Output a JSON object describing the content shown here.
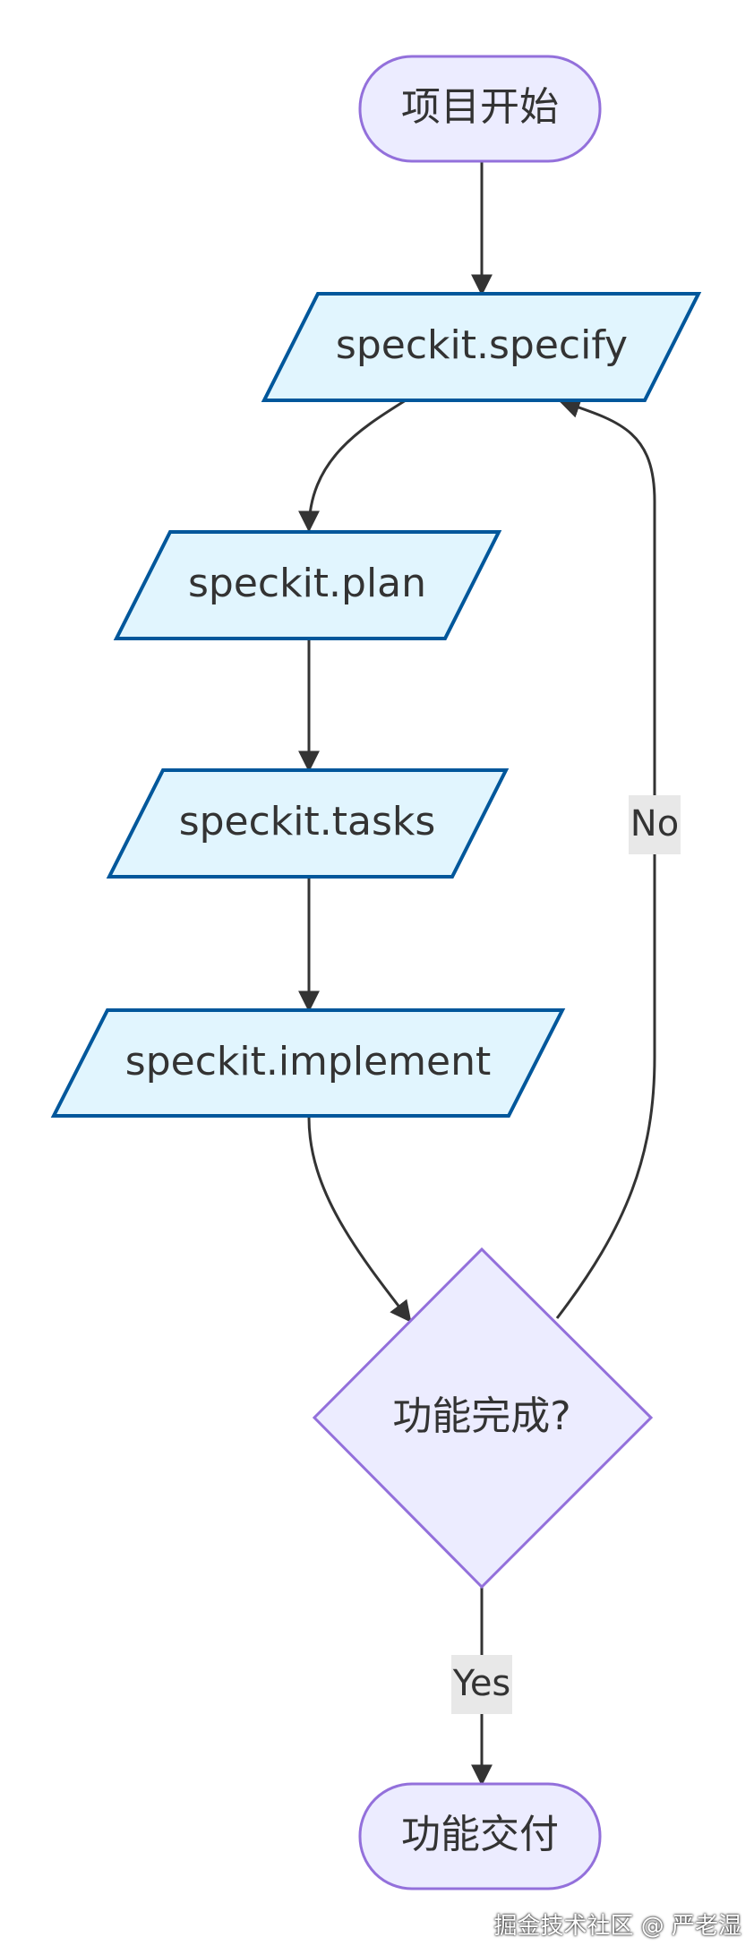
{
  "diagram": {
    "nodes": {
      "start": {
        "label": "项目开始",
        "shape": "stadium"
      },
      "specify": {
        "label": "speckit.specify",
        "shape": "parallelogram"
      },
      "plan": {
        "label": "speckit.plan",
        "shape": "parallelogram"
      },
      "tasks": {
        "label": "speckit.tasks",
        "shape": "parallelogram"
      },
      "implement": {
        "label": "speckit.implement",
        "shape": "parallelogram"
      },
      "decision": {
        "label": "功能完成?",
        "shape": "diamond"
      },
      "deliver": {
        "label": "功能交付",
        "shape": "stadium"
      }
    },
    "edges": [
      {
        "from": "start",
        "to": "specify",
        "label": ""
      },
      {
        "from": "specify",
        "to": "plan",
        "label": ""
      },
      {
        "from": "plan",
        "to": "tasks",
        "label": ""
      },
      {
        "from": "tasks",
        "to": "implement",
        "label": ""
      },
      {
        "from": "implement",
        "to": "decision",
        "label": ""
      },
      {
        "from": "decision",
        "to": "specify",
        "label": "No"
      },
      {
        "from": "decision",
        "to": "deliver",
        "label": "Yes"
      }
    ],
    "edge_labels": {
      "no": "No",
      "yes": "Yes"
    },
    "colors": {
      "stadium_fill": "#ECECFF",
      "stadium_stroke": "#9370DB",
      "parallelogram_fill": "#E1F5FE",
      "parallelogram_stroke": "#01579B",
      "edge": "#333333",
      "label_bg": "#E8E8E8",
      "text": "#333333"
    }
  },
  "watermark": "掘金技术社区 @ 严老湿"
}
